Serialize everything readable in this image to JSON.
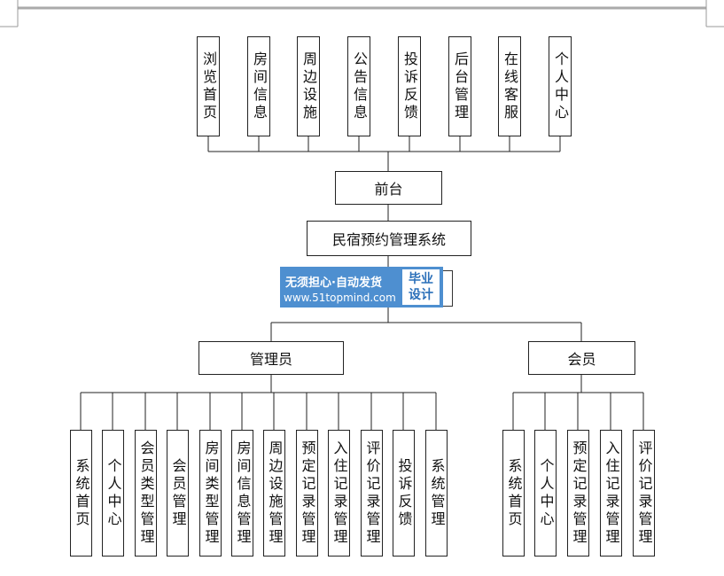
{
  "diagram": {
    "center": "民宿预约管理系统",
    "front": {
      "label": "前台",
      "children": [
        "浏览首页",
        "房间信息",
        "周边设施",
        "公告信息",
        "投诉反馈",
        "后台管理",
        "在线客服",
        "个人中心"
      ]
    },
    "admin": {
      "label": "管理员",
      "children": [
        "系统首页",
        "个人中心",
        "会员类型管理",
        "会员管理",
        "房间类型管理",
        "房间信息管理",
        "周边设施管理",
        "预定记录管理",
        "入住记录管理",
        "评价记录管理",
        "投诉反馈",
        "系统管理"
      ]
    },
    "member": {
      "label": "会员",
      "children": [
        "系统首页",
        "个人中心",
        "预定记录管理",
        "入住记录管理",
        "评价记录管理"
      ]
    }
  },
  "watermark": {
    "line1": "无须担心·自动发货",
    "line2": "www.51topmind.com",
    "badge_line1": "毕业",
    "badge_line2": "设计"
  }
}
